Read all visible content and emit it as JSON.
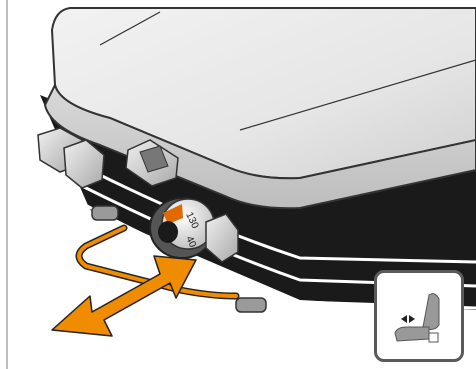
{
  "illustration": {
    "subject": "seat-base-with-fore-aft-adjustment-handle",
    "dial": {
      "marks": [
        "130",
        "40"
      ]
    },
    "arrow_color": "#f08c00",
    "icon": {
      "name": "seat-fore-aft-adjustment-icon"
    }
  }
}
